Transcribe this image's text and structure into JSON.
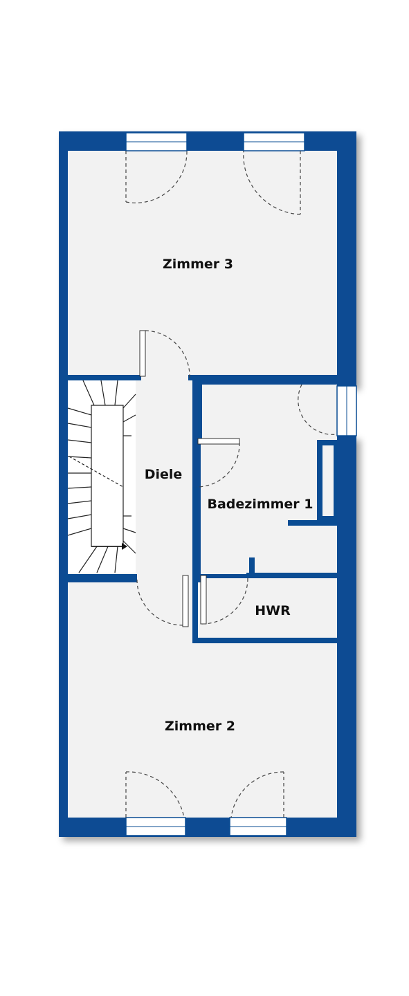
{
  "rooms": {
    "zimmer3": "Zimmer 3",
    "diele": "Diele",
    "badezimmer1": "Badezimmer 1",
    "hwr": "HWR",
    "zimmer2": "Zimmer 2"
  },
  "colors": {
    "wall": "#0a4c93",
    "floor": "#f2f2f2",
    "background": "#ffffff"
  }
}
